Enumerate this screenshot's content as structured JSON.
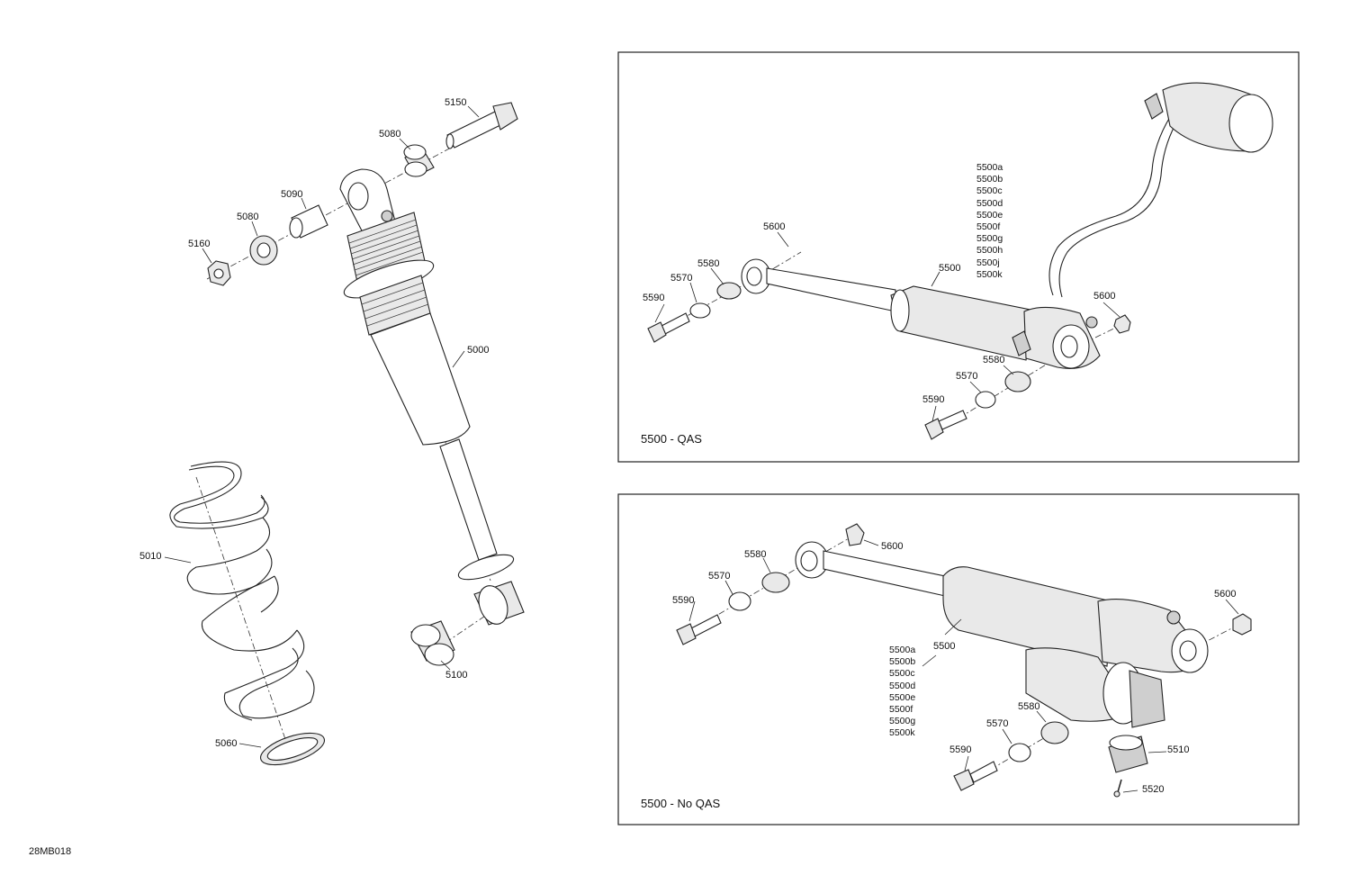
{
  "drawing_id": "28MB018",
  "main_assembly": {
    "labels": {
      "p5150": "5150",
      "p5080_top": "5080",
      "p5090": "5090",
      "p5080_left": "5080",
      "p5160": "5160",
      "p5000": "5000",
      "p5010": "5010",
      "p5100": "5100",
      "p5060": "5060"
    }
  },
  "panel_qas": {
    "caption": "5500 - QAS",
    "variants": [
      "5500a",
      "5500b",
      "5500c",
      "5500d",
      "5500e",
      "5500f",
      "5500g",
      "5500h",
      "5500j",
      "5500k"
    ],
    "labels": {
      "p5500": "5500",
      "p5600_left": "5600",
      "p5580_left": "5580",
      "p5570_left": "5570",
      "p5590_left": "5590",
      "p5600_right": "5600",
      "p5580_right": "5580",
      "p5570_right": "5570",
      "p5590_right": "5590"
    }
  },
  "panel_noqas": {
    "caption": "5500 - No QAS",
    "variants": [
      "5500a",
      "5500b",
      "5500c",
      "5500d",
      "5500e",
      "5500f",
      "5500g",
      "5500k"
    ],
    "labels": {
      "p5600_top": "5600",
      "p5580_left": "5580",
      "p5570_left": "5570",
      "p5590_left": "5590",
      "p5600_right": "5600",
      "p5500": "5500",
      "p5580_right": "5580",
      "p5570_right": "5570",
      "p5590_right": "5590",
      "p5510": "5510",
      "p5520": "5520"
    }
  }
}
